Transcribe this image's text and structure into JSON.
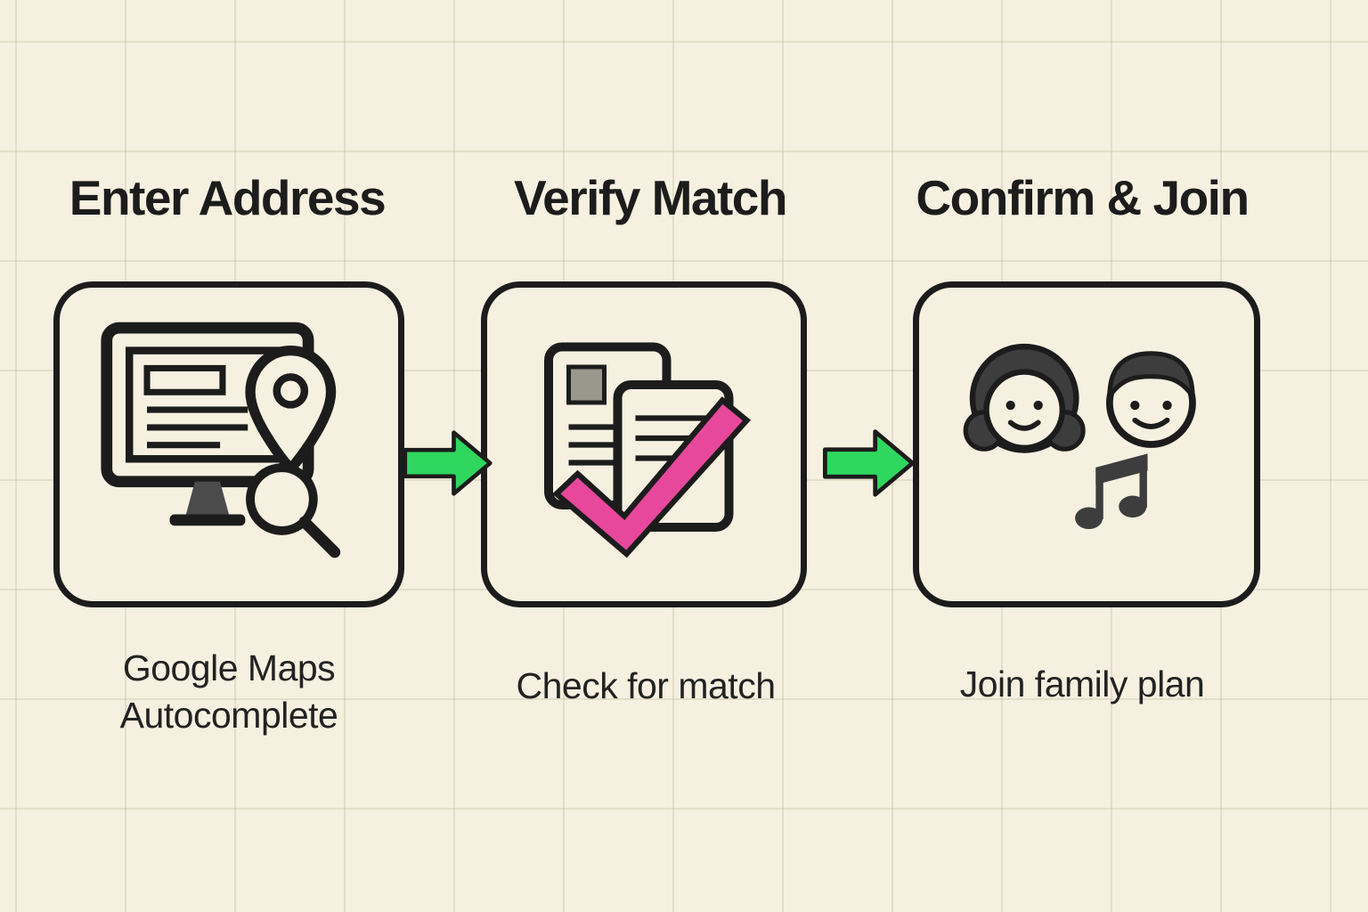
{
  "diagram": {
    "type": "flow",
    "steps": [
      {
        "title": "Enter Address",
        "caption": "Google Maps Autocomplete",
        "icon": "monitor-address-autocomplete-icon"
      },
      {
        "title": "Verify Match",
        "caption": "Check for match",
        "icon": "documents-checkmark-icon"
      },
      {
        "title": "Confirm & Join",
        "caption": "Join family plan",
        "icon": "family-members-music-icon"
      }
    ],
    "arrows": [
      "arrow-step1-to-step2",
      "arrow-step2-to-step3"
    ]
  },
  "colors": {
    "background": "#f6f0e1",
    "grid_line": "#e2dac4",
    "ink": "#1c1c1c",
    "arrow_green": "#2fd75f",
    "check_pink": "#e8489b",
    "dark_gray": "#3d3d3d",
    "mid_gray": "#9a988c"
  }
}
